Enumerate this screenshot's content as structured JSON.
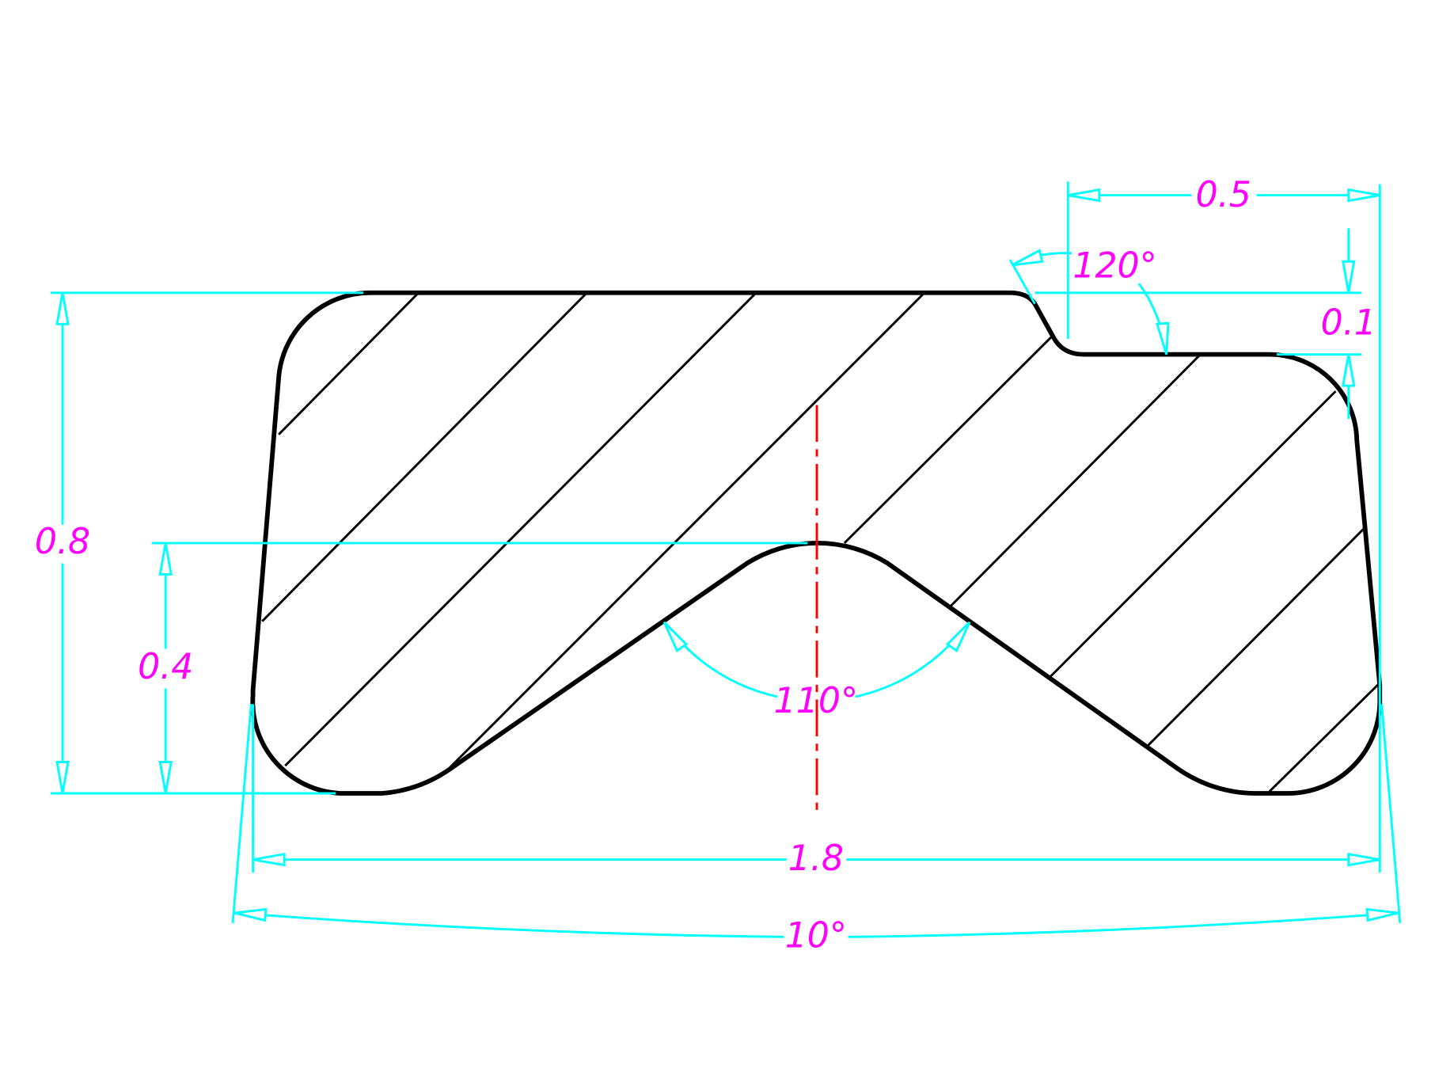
{
  "drawing": {
    "dimensions": {
      "height_total": "0.8",
      "height_hump": "0.4",
      "width_total": "1.8",
      "taper_angle": "10°",
      "v_angle": "110°",
      "step_angle": "120°",
      "step_width": "0.5",
      "step_depth": "0.1"
    },
    "colors": {
      "outline": "#000000",
      "dimension_lines": "#00ffff",
      "dimension_text": "#ff00ff",
      "centerline": "#ff0000"
    }
  }
}
